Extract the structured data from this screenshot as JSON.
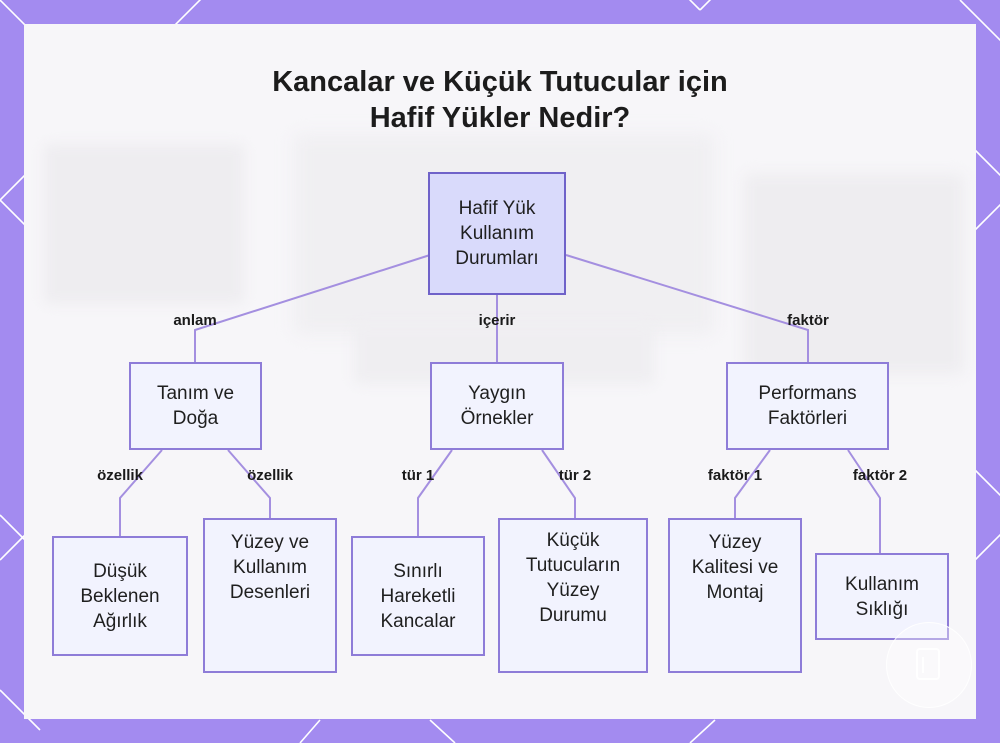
{
  "title_lines": [
    "Kancalar ve Küçük Tutucular için",
    "Hafif Yükler Nedir?"
  ],
  "nodes": {
    "root": "Hafif Yük Kullanım Durumları",
    "definition": "Tanım ve Doğa",
    "examples": "Yaygın Örnekler",
    "performance": "Performans Faktörleri",
    "low_weight": "Düşük Beklenen Ağırlık",
    "surface_usage": "Yüzey ve Kullanım Desenleri",
    "limited_hooks": "Sınırlı Hareketli Kancalar",
    "small_holders": "Küçük Tutucuların Yüzey Durumu",
    "surface_quality": "Yüzey Kalitesi ve Montaj",
    "usage_frequency": "Kullanım Sıklığı"
  },
  "edge_labels": {
    "anlam": "anlam",
    "icerir": "içerir",
    "faktor": "faktör",
    "ozellik_1": "özellik",
    "ozellik_2": "özellik",
    "tur_1": "tür 1",
    "tur_2": "tür 2",
    "faktor_1": "faktör 1",
    "faktor_2": "faktör 2"
  },
  "colors": {
    "frame": "#a38bf0",
    "panel": "#f7f6f9",
    "connector": "#a48fe0",
    "node_border": "#8e7cd8",
    "node_fill": "#f2f3fe",
    "root_fill": "#d9dafb"
  },
  "icons": {
    "watermark": "watermark-seal-icon"
  }
}
